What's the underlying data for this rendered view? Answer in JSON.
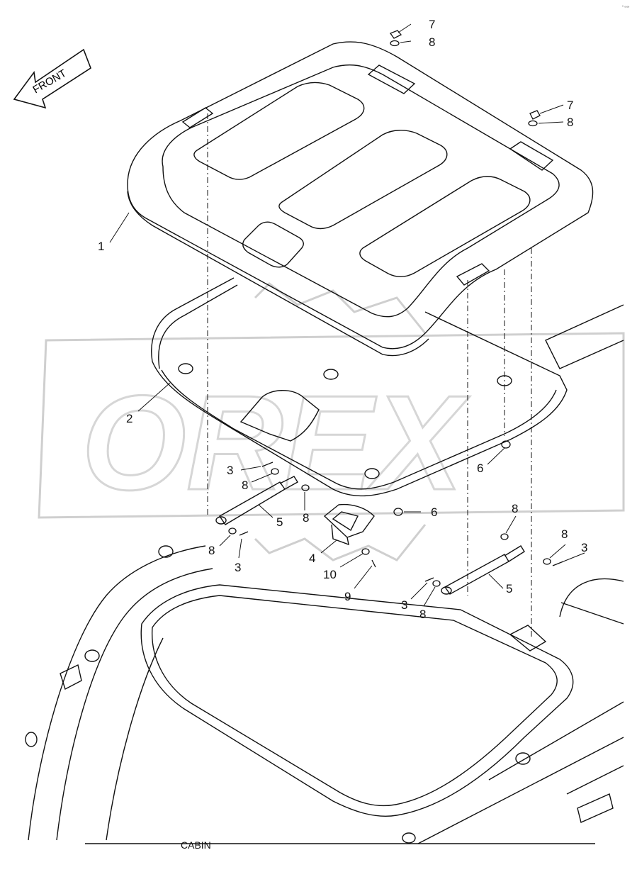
{
  "diagram": {
    "front_label": "FRONT",
    "bottom_caption": "CABIN",
    "watermark": "OREX",
    "corner_mark": "ª ∞∞",
    "callouts": [
      {
        "id": "c1",
        "text": "1"
      },
      {
        "id": "c2",
        "text": "2"
      },
      {
        "id": "c3a",
        "text": "3"
      },
      {
        "id": "c3b",
        "text": "3"
      },
      {
        "id": "c3c",
        "text": "3"
      },
      {
        "id": "c3d",
        "text": "3"
      },
      {
        "id": "c4",
        "text": "4"
      },
      {
        "id": "c5a",
        "text": "5"
      },
      {
        "id": "c5b",
        "text": "5"
      },
      {
        "id": "c6a",
        "text": "6"
      },
      {
        "id": "c6b",
        "text": "6"
      },
      {
        "id": "c7a",
        "text": "7"
      },
      {
        "id": "c7b",
        "text": "7"
      },
      {
        "id": "c8a",
        "text": "8"
      },
      {
        "id": "c8b",
        "text": "8"
      },
      {
        "id": "c8c",
        "text": "8"
      },
      {
        "id": "c8d",
        "text": "8"
      },
      {
        "id": "c8e",
        "text": "8"
      },
      {
        "id": "c8f",
        "text": "8"
      },
      {
        "id": "c8g",
        "text": "8"
      },
      {
        "id": "c8h",
        "text": "8"
      },
      {
        "id": "c9",
        "text": "9"
      },
      {
        "id": "c10",
        "text": "10"
      }
    ]
  }
}
